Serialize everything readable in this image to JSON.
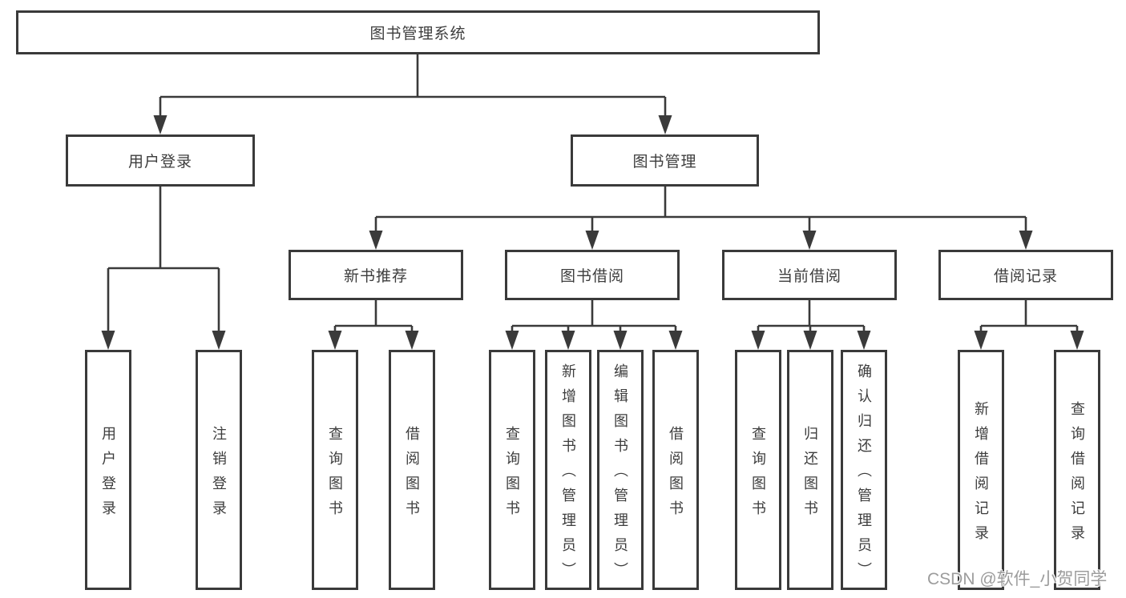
{
  "tree": {
    "label": "图书管理系统",
    "children": [
      {
        "label": "用户登录",
        "children": [
          {
            "label": "用户登录"
          },
          {
            "label": "注销登录"
          }
        ]
      },
      {
        "label": "图书管理",
        "children": [
          {
            "label": "新书推荐",
            "children": [
              {
                "label": "查询图书"
              },
              {
                "label": "借阅图书"
              }
            ]
          },
          {
            "label": "图书借阅",
            "children": [
              {
                "label": "查询图书"
              },
              {
                "label": "新增图书（管理员）"
              },
              {
                "label": "编辑图书（管理员）"
              },
              {
                "label": "借阅图书"
              }
            ]
          },
          {
            "label": "当前借阅",
            "children": [
              {
                "label": "查询图书"
              },
              {
                "label": "归还图书"
              },
              {
                "label": "确认归还（管理员）"
              }
            ]
          },
          {
            "label": "借阅记录",
            "children": [
              {
                "label": "新增借阅记录"
              },
              {
                "label": "查询借阅记录"
              }
            ]
          }
        ]
      }
    ]
  },
  "watermark": {
    "text": "CSDN @软件_小贺同学"
  },
  "colors": {
    "line": "#3a3a3a",
    "text": "#3d3d3d",
    "background": "#ffffff",
    "watermark": "#9c9c9c"
  }
}
